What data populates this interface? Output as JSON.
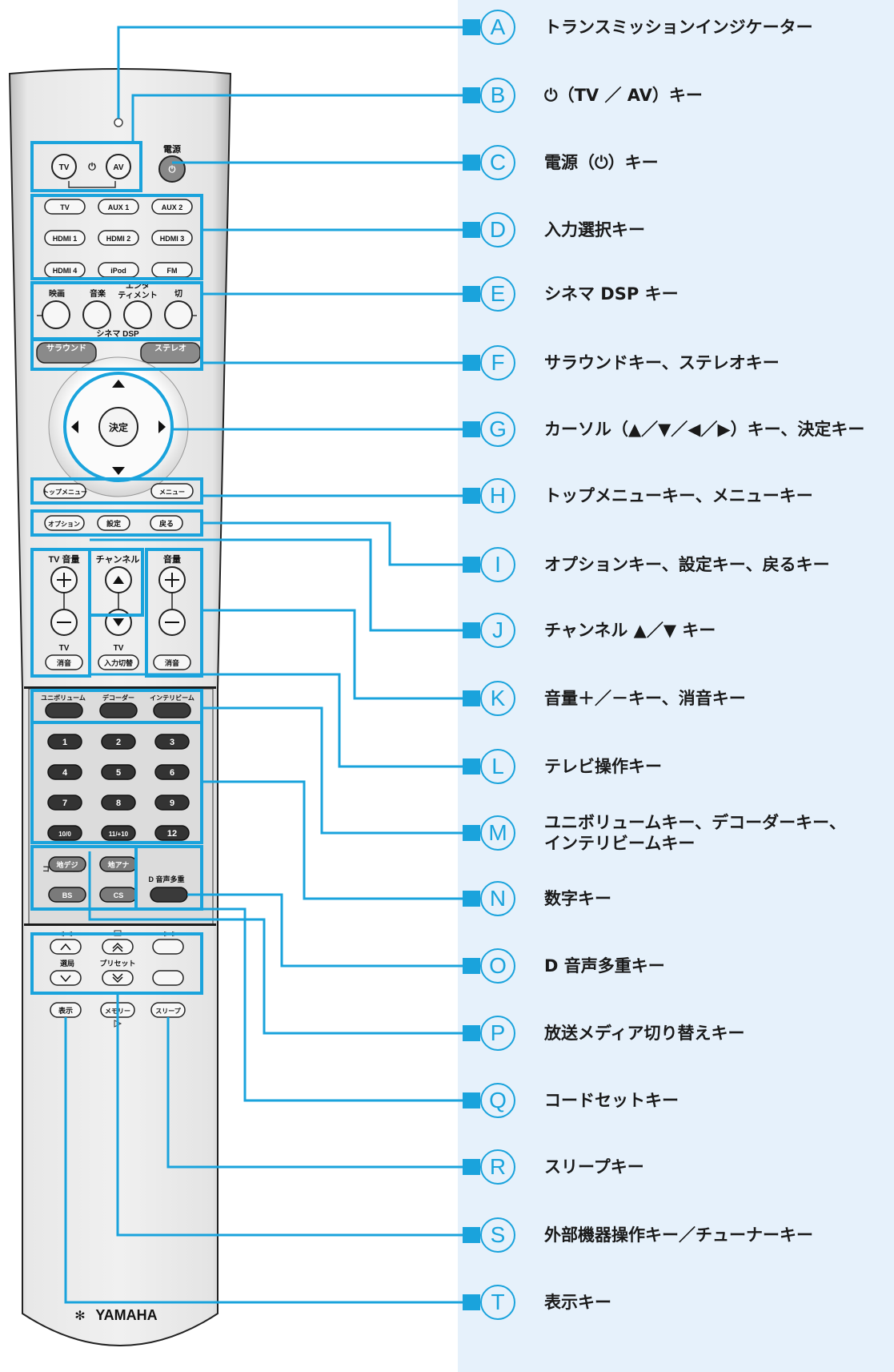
{
  "remote": {
    "power_label": "電源",
    "power_symbol": "⏻",
    "tv_key": "TV",
    "av_key": "AV",
    "input_keys": [
      "TV",
      "AUX 1",
      "AUX 2",
      "HDMI 1",
      "HDMI 2",
      "HDMI 3",
      "HDMI 4",
      "iPod",
      "FM"
    ],
    "cinema_labels": [
      "映画",
      "音楽",
      "エンタ",
      "ティメント",
      "切"
    ],
    "cinema_dsp_label": "シネマ DSP",
    "surround_key": "サラウンド",
    "stereo_key": "ステレオ",
    "enter_key": "決定",
    "top_menu_key": "トップメニュー",
    "menu_key": "メニュー",
    "option_key": "オプション",
    "setup_key": "設定",
    "return_key": "戻る",
    "tv_volume_label": "TV 音量",
    "channel_label": "チャンネル",
    "volume_label": "音量",
    "tv_label_1": "TV",
    "tv_label_2": "TV",
    "mute_key_tv": "消音",
    "input_switch_key": "入力切替",
    "mute_key": "消音",
    "univolume_key": "ユニボリューム",
    "decoder_key": "デコーダー",
    "intellibeam_key": "インテリビーム",
    "number_keys": [
      "1",
      "2",
      "3",
      "4",
      "5",
      "6",
      "7",
      "8",
      "9",
      "10/0",
      "11/+10",
      "12"
    ],
    "code_set_label": "コードセット",
    "digital_terrestrial_key": "地デジ",
    "analog_terrestrial_key": "地アナ",
    "bs_key": "BS",
    "cs_key": "CS",
    "d_multiplex_label": "D 音声多重",
    "station_label": "選局",
    "preset_label": "プリセット",
    "display_key": "表示",
    "memory_key": "メモリー",
    "sleep_key": "スリープ",
    "brand": "YAMAHA"
  },
  "legend": [
    {
      "letter": "A",
      "text": "トランスミッションインジケーター"
    },
    {
      "letter": "B",
      "text": "⏻（TV ／ AV）キー"
    },
    {
      "letter": "C",
      "text": "電源（⏻）キー"
    },
    {
      "letter": "D",
      "text": "入力選択キー"
    },
    {
      "letter": "E",
      "text": "シネマ DSP キー"
    },
    {
      "letter": "F",
      "text": "サラウンドキー、ステレオキー"
    },
    {
      "letter": "G",
      "text": "カーソル（▲／▼／◀／▶）キー、決定キー"
    },
    {
      "letter": "H",
      "text": "トップメニューキー、メニューキー"
    },
    {
      "letter": "I",
      "text": "オプションキー、設定キー、戻るキー"
    },
    {
      "letter": "J",
      "text": "チャンネル ▲／▼ キー"
    },
    {
      "letter": "K",
      "text": "音量＋／－キー、消音キー"
    },
    {
      "letter": "L",
      "text": "テレビ操作キー"
    },
    {
      "letter": "M",
      "text": "ユニボリュームキー、デコーダーキー、\nインテリビームキー"
    },
    {
      "letter": "N",
      "text": "数字キー"
    },
    {
      "letter": "O",
      "text": "D 音声多重キー"
    },
    {
      "letter": "P",
      "text": "放送メディア切り替えキー"
    },
    {
      "letter": "Q",
      "text": "コードセットキー"
    },
    {
      "letter": "R",
      "text": "スリープキー"
    },
    {
      "letter": "S",
      "text": "外部機器操作キー／チューナーキー"
    },
    {
      "letter": "T",
      "text": "表示キー"
    }
  ],
  "colors": {
    "accent": "#1aa3dc",
    "panel_bg": "#e6f1fb",
    "remote_body": "#e4e4e4",
    "key_dark": "#3a3a3a"
  }
}
